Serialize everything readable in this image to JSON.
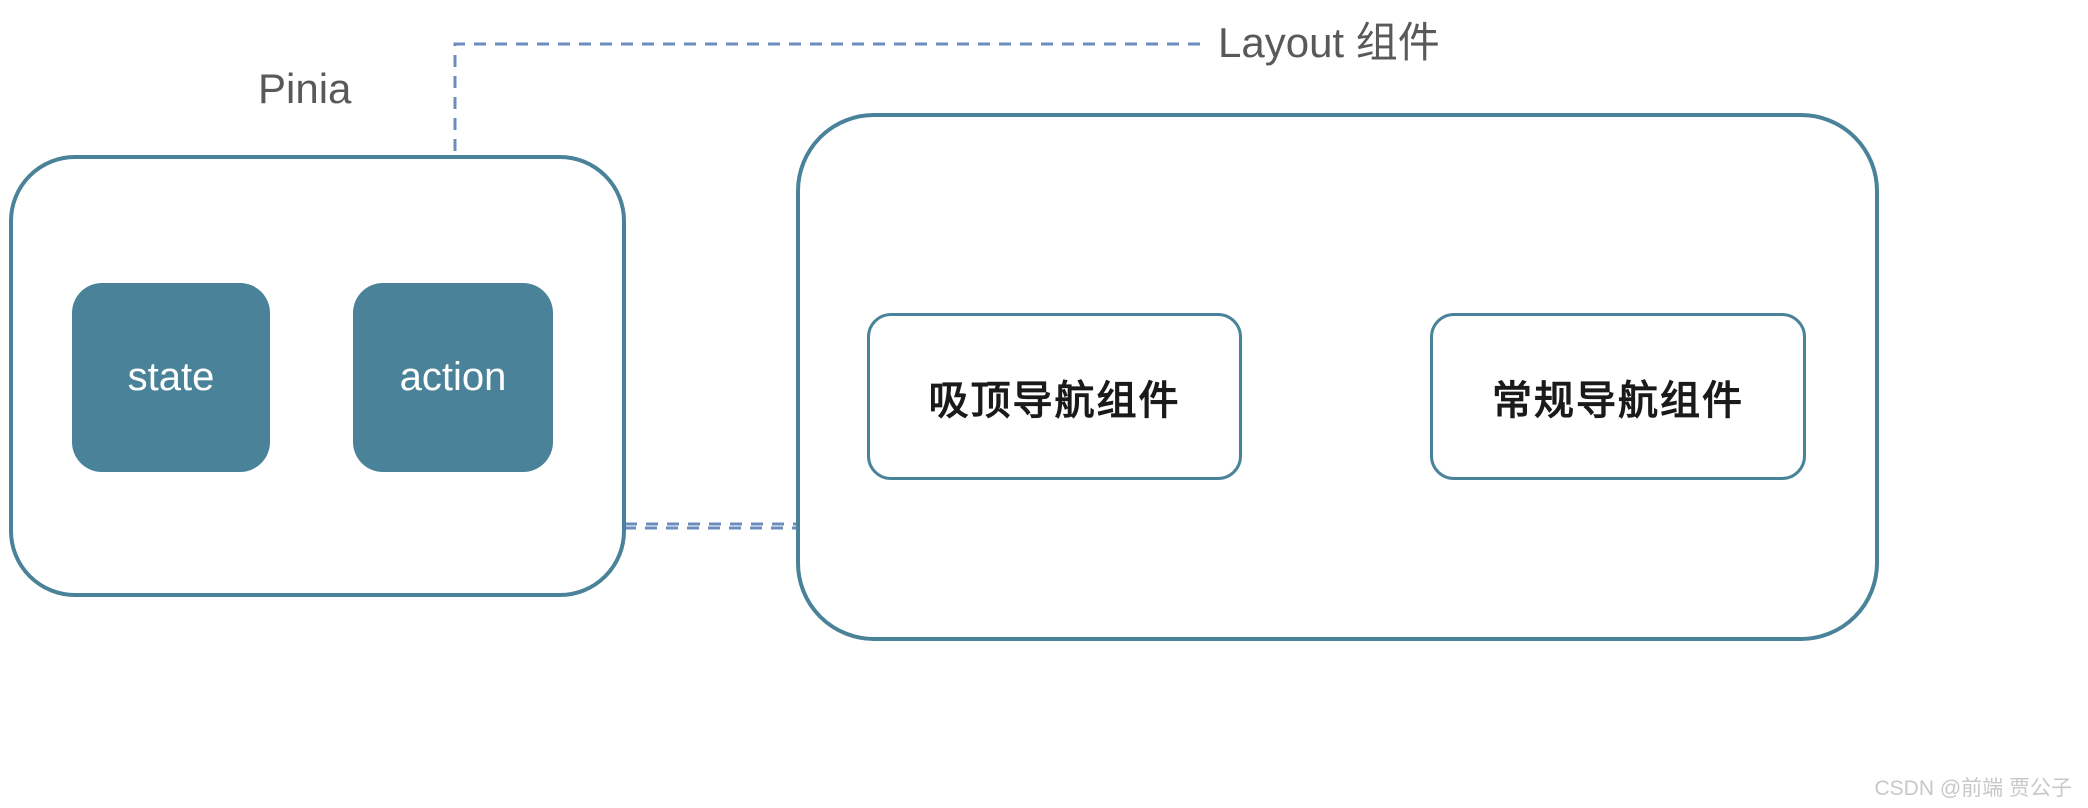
{
  "colors": {
    "teal": "#4A8399",
    "dash-blue": "#6C8EBF",
    "label-gray": "#595959",
    "node-text": "#FFFFFF",
    "nav-text": "#1A1A1A",
    "watermark-gray": "#C9C8C8",
    "bg": "#FFFFFF"
  },
  "diagram": {
    "pinia": {
      "label": "Pinia",
      "nodes": [
        {
          "label": "state"
        },
        {
          "label": "action"
        }
      ]
    },
    "layout": {
      "label": "Layout 组件",
      "nodes": [
        {
          "label": "吸顶导航组件"
        },
        {
          "label": "常规导航组件"
        }
      ]
    },
    "connectors": [
      {
        "name": "layout-label-to-action",
        "style": "dashed",
        "arrow": "down"
      },
      {
        "name": "state-to-sticky-nav",
        "style": "dashed",
        "arrow": "up"
      },
      {
        "name": "state-to-regular-nav",
        "style": "dashed",
        "arrow": "up"
      }
    ],
    "watermark": "CSDN @前端 贾公子"
  }
}
